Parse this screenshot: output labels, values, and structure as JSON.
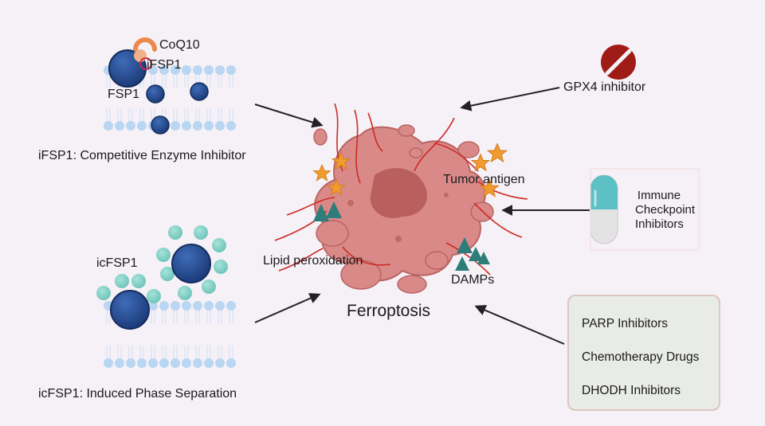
{
  "labels": {
    "coq10": "CoQ10",
    "ifsp1": "iFSP1",
    "fsp1": "FSP1",
    "ifsp1_caption": "iFSP1: Competitive Enzyme Inhibitor",
    "icfsp1": "icFSP1",
    "icfsp1_caption": "icFSP1: Induced Phase Separation",
    "gpx4": "GPX4 inhibitor",
    "tumor_antigen": "Tumor antigen",
    "lipid_peroxidation": "Lipid peroxidation",
    "damps": "DAMPs",
    "ferroptosis": "Ferroptosis",
    "immune": [
      "Immune",
      "Checkpoint",
      "Inhibitors"
    ]
  },
  "box_items": [
    "PARP Inhibitors",
    "Chemotherapy Drugs",
    "DHODH Inhibitors"
  ],
  "colors": {
    "background": "#f6f1f7",
    "protein": "#23478a",
    "membrane": "#b9d6f2",
    "phase_droplet": "#7fcfc4",
    "cell": "#d98a88",
    "fibril": "#cc2a24",
    "star": "#f19a2e",
    "damp": "#2f7d7a",
    "inhibitor_sign": "#9f1b16",
    "capsule_top": "#5cc0c4",
    "capsule_bottom": "#e3e3e3"
  },
  "icons": [
    "coq10-ring-icon",
    "no-sign-icon",
    "capsule-icon",
    "star-icon",
    "damp-triangle-icon"
  ]
}
